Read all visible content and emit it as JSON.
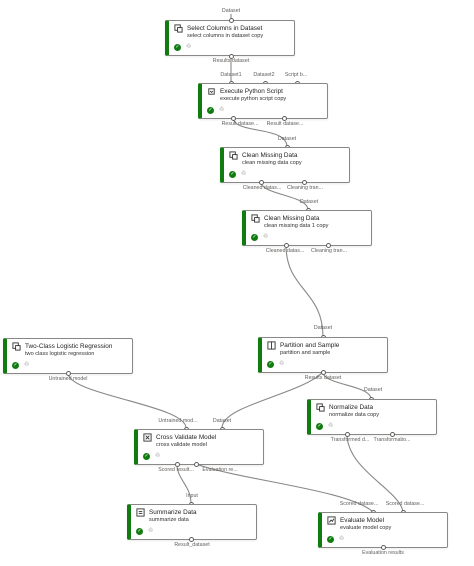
{
  "colors": {
    "status_ok": "#107c10",
    "edge": "#8a8886"
  },
  "icons": {
    "module": "module-icon",
    "status": "check-icon",
    "run": "run-icon"
  },
  "port_labels": {
    "top_dataset": "Dataset",
    "n1_out": "Results dataset",
    "n2_in1": "Dataset1",
    "n2_in2": "Dataset2",
    "n2_in3": "Script b...",
    "n2_out1": "Result datase...",
    "n2_out2": "Result datase...",
    "n3_in": "Dataset",
    "n3_out1": "Cleaned datas...",
    "n3_out2": "Cleaning tran...",
    "n4_in": "Dataset",
    "n4_out1": "Cleaned datas...",
    "n4_out2": "Cleaning tran...",
    "n5_in": "Dataset",
    "n5_out": "Results dataset",
    "n6_out": "Untrained model",
    "n7_in": "Dataset",
    "n7_out1": "Transformed d...",
    "n7_out2": "Transformatio...",
    "n8_in1": "Untrained mod...",
    "n8_in2": "Dataset",
    "n8_out1": "Scored result...",
    "n8_out2": "Evaluation re...",
    "n9_in": "Input",
    "n9_out": "Result_dataset",
    "n10_in1": "Scored datase...",
    "n10_in2": "Scored datase...",
    "n10_out": "Evaluation results"
  },
  "nodes": {
    "n1": {
      "title": "Select Columns in Dataset",
      "subtitle": "select columns in dataset copy"
    },
    "n2": {
      "title": "Execute Python Script",
      "subtitle": "execute python script copy"
    },
    "n3": {
      "title": "Clean Missing Data",
      "subtitle": "clean missing data copy"
    },
    "n4": {
      "title": "Clean Missing Data",
      "subtitle": "clean missing data 1 copy"
    },
    "n5": {
      "title": "Partition and Sample",
      "subtitle": "partition and sample"
    },
    "n6": {
      "title": "Two-Class Logistic Regression",
      "subtitle": "two class logistic regression"
    },
    "n7": {
      "title": "Normalize Data",
      "subtitle": "normalize data copy"
    },
    "n8": {
      "title": "Cross Validate Model",
      "subtitle": "cross validate model"
    },
    "n9": {
      "title": "Summarize Data",
      "subtitle": "summarize data"
    },
    "n10": {
      "title": "Evaluate Model",
      "subtitle": "evaluate model copy"
    }
  }
}
